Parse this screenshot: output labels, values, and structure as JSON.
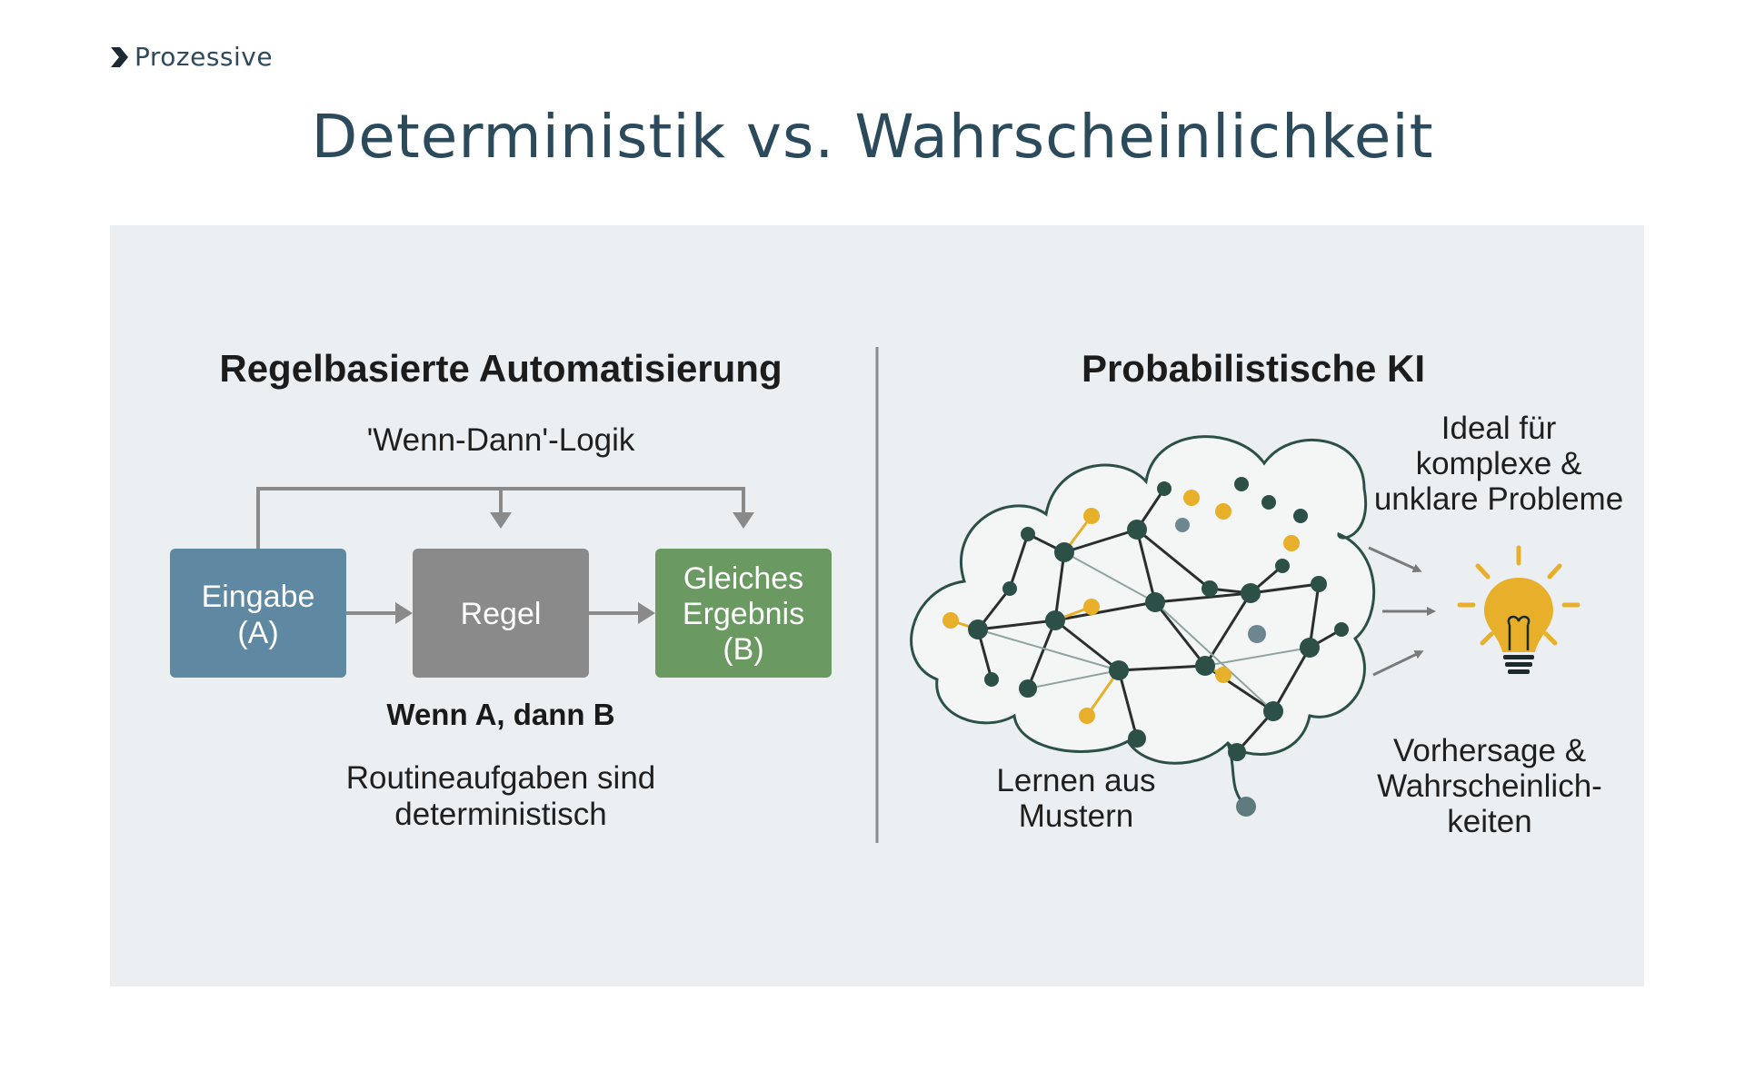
{
  "brand": {
    "name": "Prozessive"
  },
  "title": "Deterministik vs. Wahrscheinlichkeit",
  "left_panel": {
    "heading": "Regelbasierte Automatisierung",
    "logic_label": "'Wenn-Dann'-Logik",
    "box_input": [
      "Eingabe",
      "(A)"
    ],
    "box_rule": "Regel",
    "box_output": [
      "Gleiches",
      "Ergebnis",
      "(B)"
    ],
    "rule_text": "Wenn A, dann B",
    "caption": [
      "Routineaufgaben sind",
      "deterministisch"
    ]
  },
  "right_panel": {
    "heading": "Probabilistische KI",
    "ideal_text": [
      "Ideal für",
      "komplexe &",
      "unklare Probleme"
    ],
    "learning_text": [
      "Lernen aus",
      "Mustern"
    ],
    "prediction_text": [
      "Vorhersage &",
      "Wahrscheinlich-",
      "keiten"
    ]
  },
  "colors": {
    "title": "#2b4a5b",
    "input_box": "#5f88a3",
    "rule_box": "#8a8a8a",
    "output_box": "#6a9a62",
    "node_dark": "#2c5048",
    "node_accent": "#e8b02a",
    "bulb": "#e8b02a"
  }
}
